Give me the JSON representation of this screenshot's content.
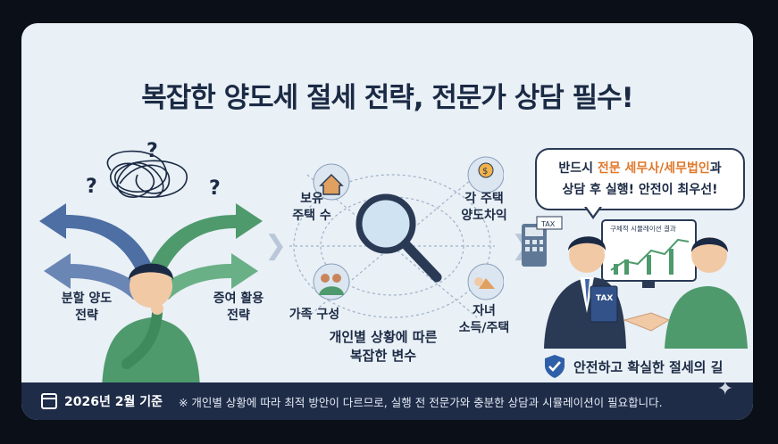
{
  "title": {
    "part1": "복잡한 양도세 절세 전략, ",
    "part2": "전문가 상담 필수!"
  },
  "left": {
    "option_left": [
      "분할 양도",
      "전략"
    ],
    "option_right": [
      "증여 활용",
      "전략"
    ]
  },
  "middle": {
    "factors": [
      {
        "lines": [
          "보유",
          "주택 수"
        ],
        "icon": "house-icon"
      },
      {
        "lines": [
          "각 주택",
          "양도차익"
        ],
        "icon": "money-hand-icon"
      },
      {
        "lines": [
          "가족 구성"
        ],
        "icon": "family-icon"
      },
      {
        "lines": [
          "자녀",
          "소득/주택"
        ],
        "icon": "child-house-icon"
      }
    ],
    "caption": [
      "개인별 상황에 따른",
      "복잡한 변수"
    ]
  },
  "right": {
    "bubble_line1_a": "반드시 ",
    "bubble_line1_b": "전문 세무사/세무법인",
    "bubble_line1_c": "과",
    "bubble_line2": "상담 후 실행! 안전이 최우선!",
    "monitor_title": "구체적 시뮬레이션 결과",
    "folder_label": "TAX",
    "calc_label": "TAX",
    "safe_label": "안전하고 확실한 절세의 길"
  },
  "footer": {
    "date": "2026년 2월 기준",
    "note": "※ 개인별 상황에 따라 최적 방안이 다르므로, 실행 전 전문가와 충분한 상담과 시뮬레이션이 필요합니다."
  },
  "colors": {
    "navy": "#1e2c48",
    "orange": "#e0782a",
    "blue_arrow": "#4d6fa3",
    "green_arrow": "#4e9a6c",
    "card_bg": "#e9f0f6"
  }
}
